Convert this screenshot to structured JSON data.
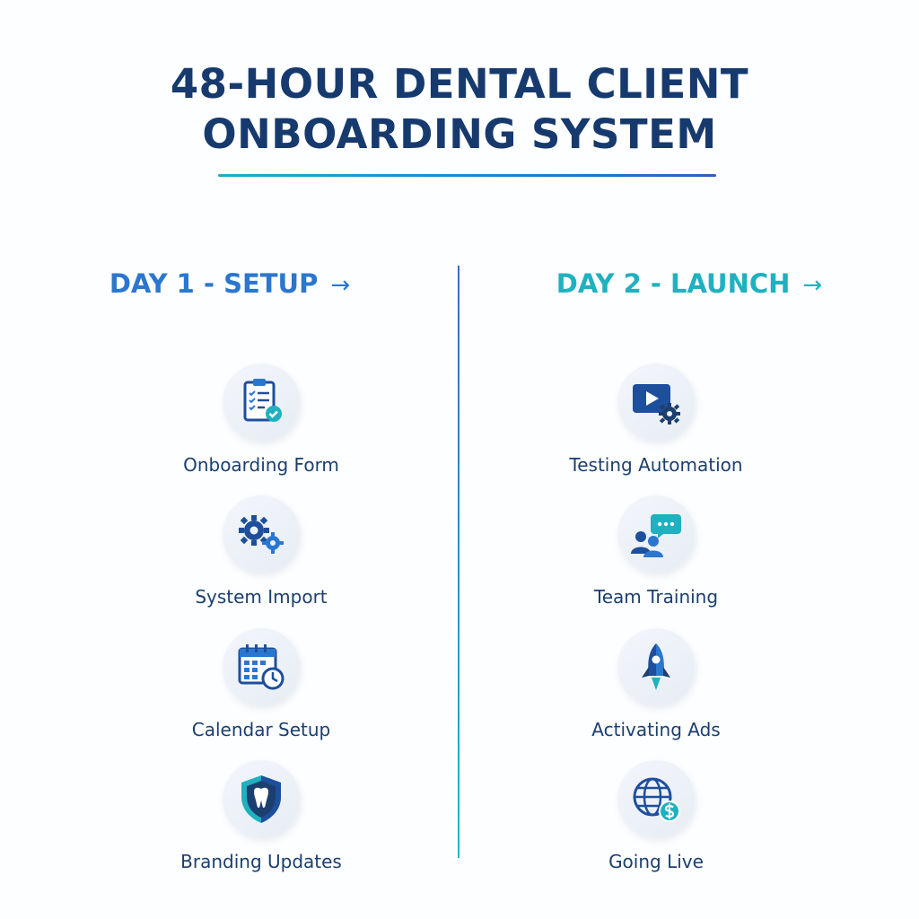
{
  "header": {
    "title_line1": "48-HOUR DENTAL CLIENT",
    "title_line2": "ONBOARDING SYSTEM"
  },
  "columns": [
    {
      "heading": "DAY 1 - SETUP",
      "arrow": "→",
      "steps": [
        {
          "label": "Onboarding Form",
          "icon": "clipboard-checklist-icon"
        },
        {
          "label": "System Import",
          "icon": "gears-icon"
        },
        {
          "label": "Calendar Setup",
          "icon": "calendar-clock-icon"
        },
        {
          "label": "Branding Updates",
          "icon": "tooth-shield-icon"
        }
      ]
    },
    {
      "heading": "DAY 2 - LAUNCH",
      "arrow": "→",
      "steps": [
        {
          "label": "Testing Automation",
          "icon": "video-gear-icon"
        },
        {
          "label": "Team Training",
          "icon": "team-chat-icon"
        },
        {
          "label": "Activating Ads",
          "icon": "rocket-icon"
        },
        {
          "label": "Going Live",
          "icon": "globe-dollar-icon"
        }
      ]
    }
  ],
  "colors": {
    "title": "#173a6e",
    "day1": "#2b77cf",
    "day2": "#1fb1c0",
    "label": "#1b3f6e",
    "icon_dark": "#1e4f9c",
    "icon_accent": "#1fb1c0"
  }
}
